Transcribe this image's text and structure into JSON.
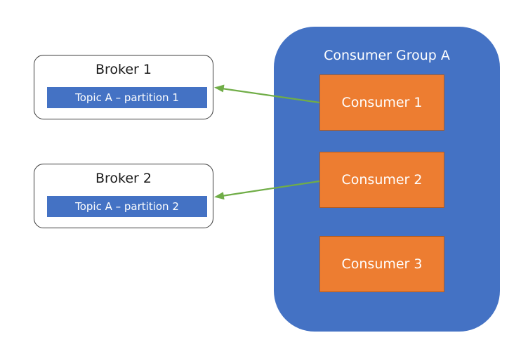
{
  "brokers": [
    {
      "title": "Broker 1",
      "partition": "Topic A – partition 1"
    },
    {
      "title": "Broker 2",
      "partition": "Topic A – partition 2"
    }
  ],
  "group": {
    "title": "Consumer Group A",
    "consumers": [
      "Consumer 1",
      "Consumer 2",
      "Consumer 3"
    ]
  },
  "colors": {
    "group_fill": "#4472c4",
    "partition_fill": "#4472c4",
    "consumer_fill": "#ed7d31",
    "arrow": "#70ad47"
  }
}
